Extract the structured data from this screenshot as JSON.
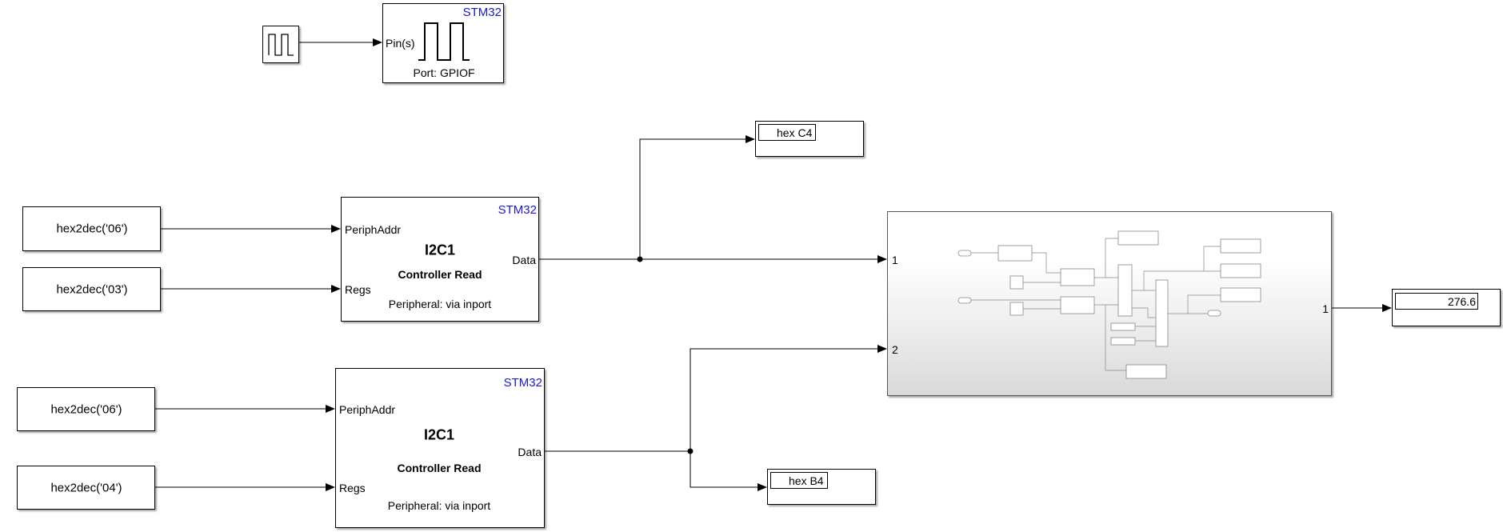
{
  "pulse_block": {
    "icon": "pulse-generator-icon"
  },
  "gpio_block": {
    "tag": "STM32",
    "port_label": "Pin(s)",
    "footer": "Port: GPIOF",
    "icon": "square-wave-icon"
  },
  "i2c_read_1": {
    "tag": "STM32",
    "title": "I2C1",
    "subtitle": "Controller Read",
    "note": "Peripheral: via inport",
    "ports": {
      "periph_addr": "PeriphAddr",
      "regs": "Regs",
      "data": "Data"
    }
  },
  "i2c_read_2": {
    "tag": "STM32",
    "title": "I2C1",
    "subtitle": "Controller Read",
    "note": "Peripheral: via inport",
    "ports": {
      "periph_addr": "PeriphAddr",
      "regs": "Regs",
      "data": "Data"
    }
  },
  "constants": {
    "c1": "hex2dec('06')",
    "c2": "hex2dec('03')",
    "c3": "hex2dec('06')",
    "c4": "hex2dec('04')"
  },
  "displays": {
    "hex_c4": "hex C4",
    "hex_b4": "hex B4",
    "result": "276.6"
  },
  "subsystem": {
    "in1": "1",
    "in2": "2",
    "out1": "1"
  },
  "colors": {
    "tag_blue": "#1a1acc",
    "subsystem_gradient_end": "#d9d9d9"
  }
}
